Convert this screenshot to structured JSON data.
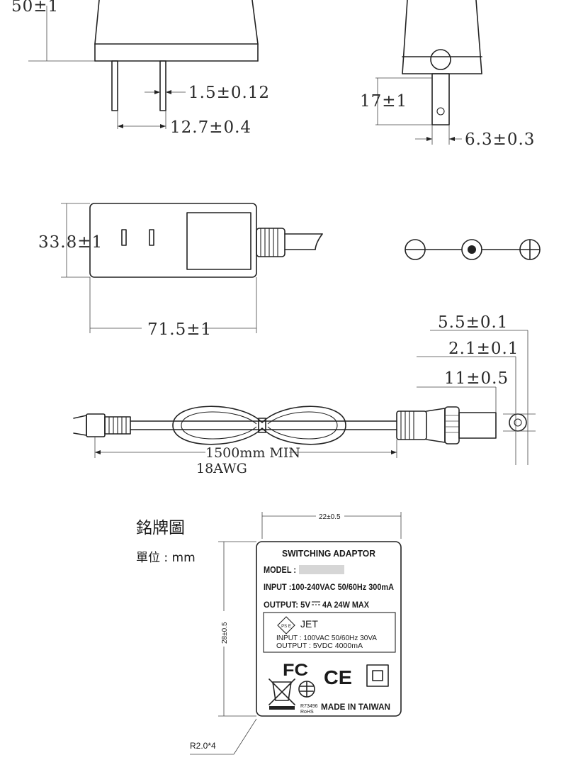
{
  "dimensions": {
    "plug_height": "50±1",
    "pin_thickness": "1.5±0.12",
    "pin_spacing": "12.7±0.4",
    "pin_length": "17±1",
    "pin_width": "6.3±0.3",
    "body_height": "33.8±1",
    "body_length": "71.5±1",
    "outer_diameter": "5.5±0.1",
    "inner_diameter": "2.1±0.1",
    "barrel_length": "11±0.5",
    "cable_length": "1500mm MIN",
    "cable_gauge": "18AWG"
  },
  "nameplate": {
    "heading": "銘牌圖",
    "unit": "單位 : mm",
    "width": "22±0.5",
    "height": "28±0.5",
    "corner_radius": "R2.0*4",
    "title": "SWITCHING ADAPTOR",
    "model": "MODEL :",
    "input": "INPUT :100-240VAC 50/60Hz 300mA",
    "output_label": "OUTPUT:  5V",
    "output_value": "4A 24W MAX",
    "pse_mark": "PS E",
    "jet": "JET",
    "jet_input": "INPUT : 100VAC 50/60Hz 30VA",
    "jet_output": "OUTPUT : 5VDC 4000mA",
    "fc": "FC",
    "ce": "CE",
    "rohs_code": "R73496",
    "rohs": "RoHS",
    "made_in": "MADE IN TAIWAN"
  }
}
